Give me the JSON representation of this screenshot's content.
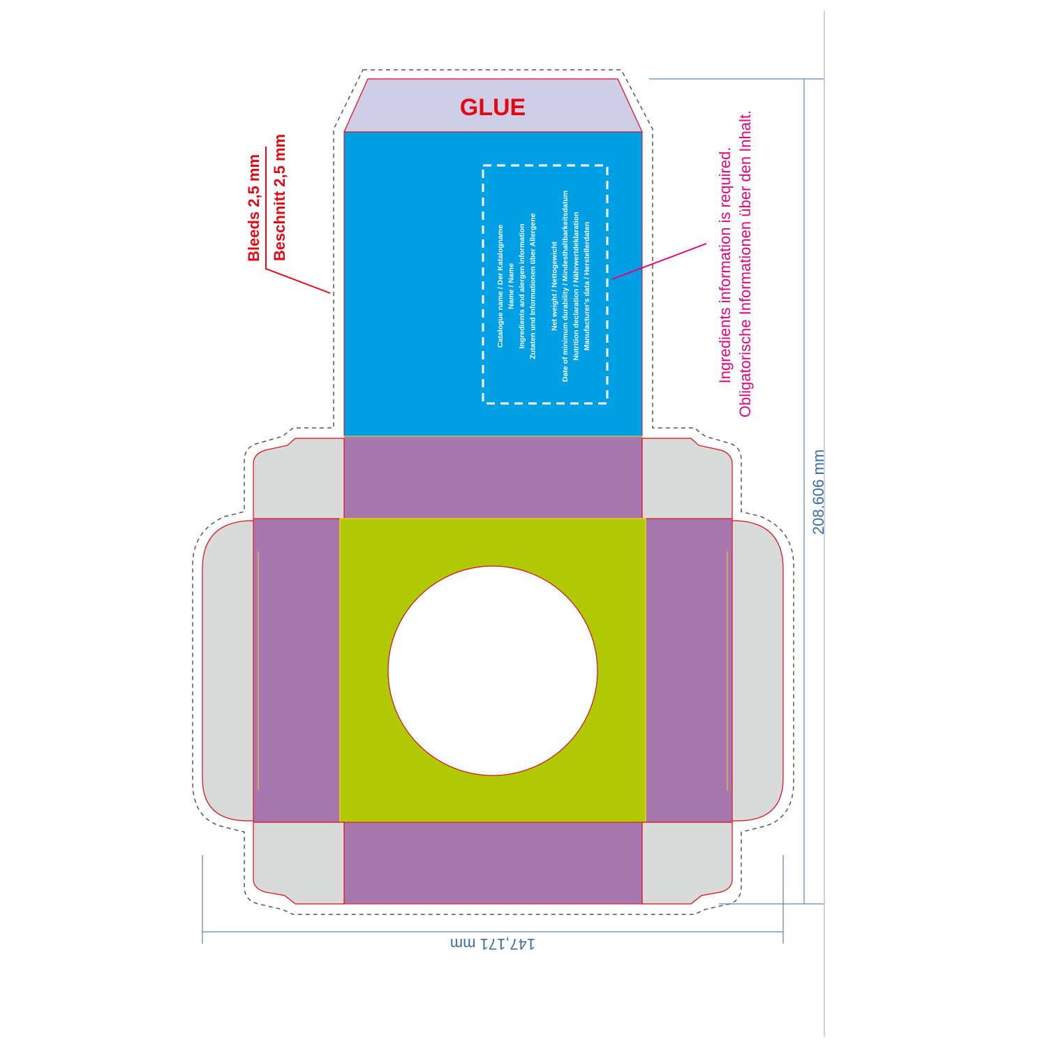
{
  "glue_label": "GLUE",
  "bleed": {
    "line1": "Bleeds 2,5 mm",
    "line2": "Beschnitt 2,5 mm"
  },
  "ingredients_note": {
    "line1": "Ingredients information is required.",
    "line2": "Obligatorische Informationen über den Inhalt."
  },
  "info_box": {
    "lines": [
      "Catalogue name / Der Katalogname",
      "Name / Name",
      "Ingredients and alergen information",
      "Zutaten und Informationen über Allergene",
      "",
      "Net weight / Nettogewicht",
      "Date of minimum durability / Mindesthaltbarkeitsdatum",
      "Nutrition declaration / Nährwertdeklaration",
      "Manufacturer's data / Herstellerdaten"
    ]
  },
  "dimensions": {
    "height": "208.606 mm",
    "width": "147,171 mm"
  },
  "colors": {
    "blue": "#009fe3",
    "purple": "#a877b0",
    "lime": "#afca05",
    "gray": "#d9dada",
    "glue": "#d0cde6",
    "cut": "#e30613",
    "magenta": "#e6007e",
    "dimension": "#3a6ea5"
  }
}
